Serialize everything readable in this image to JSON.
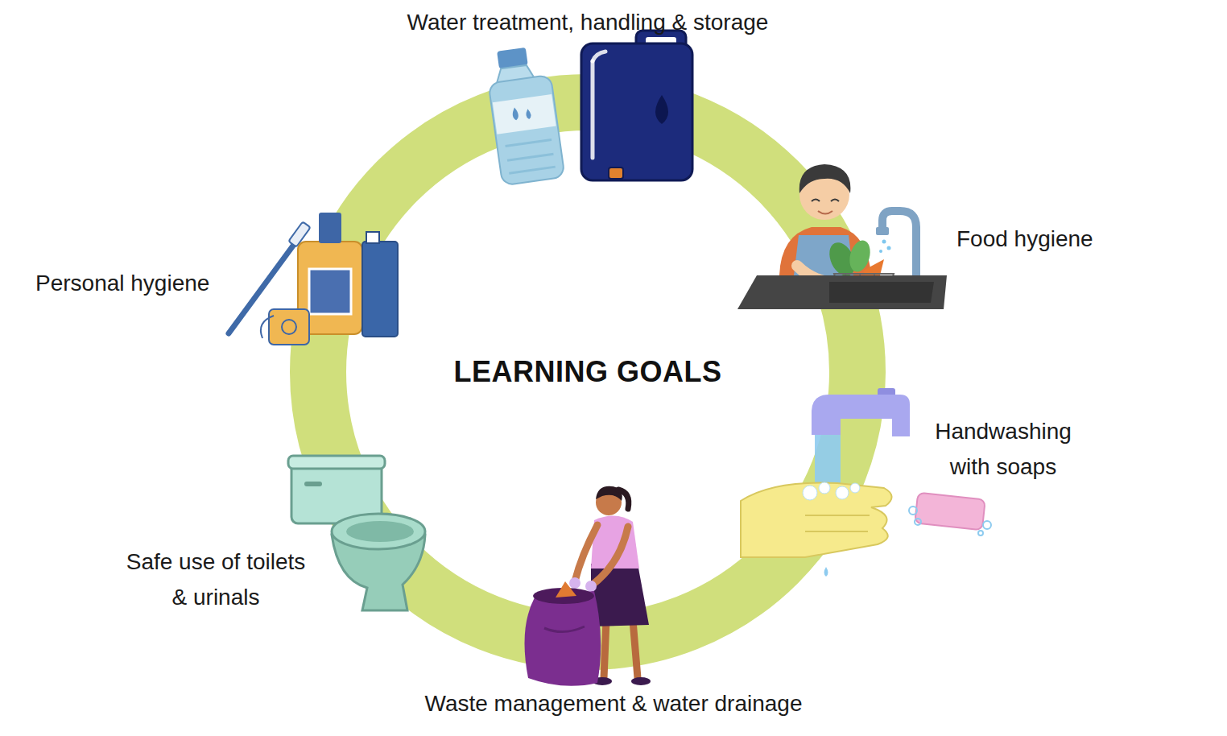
{
  "diagram": {
    "nodes": [
      {
        "text": [
          "LEARNING GOALS"
        ]
      }
    ],
    "labels": [
      "Water treatment, handling & storage",
      "Food hygiene",
      "Handwashing with soaps",
      "Waste management & water drainage",
      "Safe use of toilets & urinals",
      "Personal hygiene"
    ]
  }
}
